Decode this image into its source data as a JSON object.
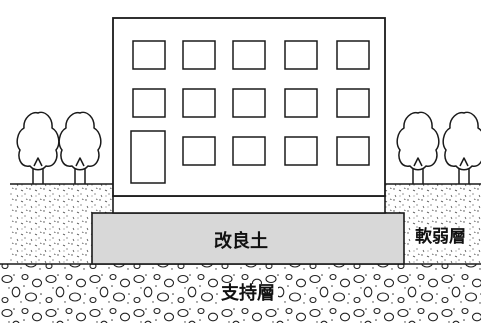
{
  "labels": {
    "improved_soil": "改良土",
    "soft_layer": "軟弱層",
    "support_layer": "支持層"
  },
  "colors": {
    "line": "#1a1a1a",
    "improved_soil_fill": "#d8d8d8",
    "ground_dots": "#555555"
  }
}
